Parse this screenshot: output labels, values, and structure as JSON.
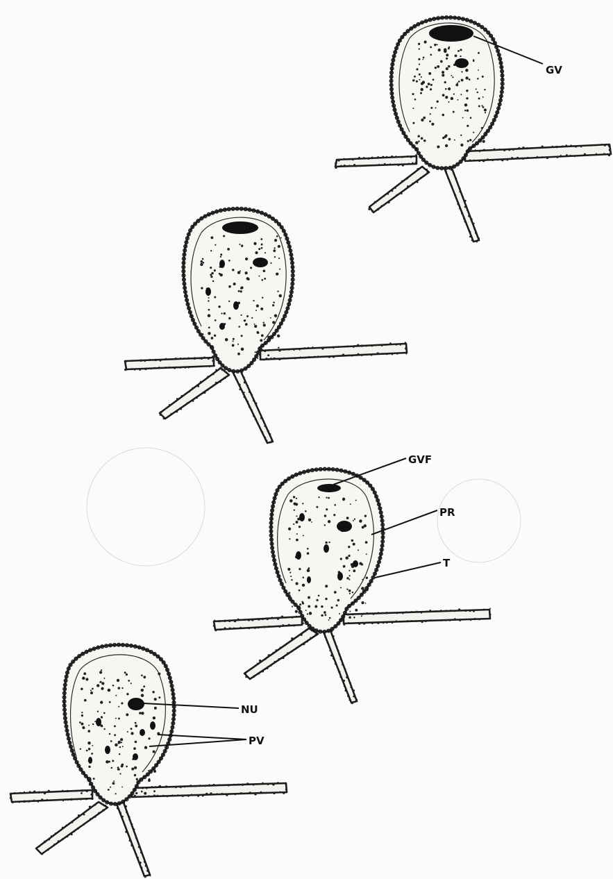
{
  "labels": {
    "gv": "GV",
    "gvf": "GVF",
    "pr": "PR",
    "t": "T",
    "nu": "NU",
    "pv": "PV"
  },
  "colors": {
    "ink": "#111111",
    "paper": "#fbfbfa",
    "cell_fill": "#f7f6f2"
  },
  "figure": {
    "subject": "four oocyte stages with tentacle-like extensions",
    "stages": [
      {
        "stage": 1,
        "labels_shown": [
          "GV"
        ]
      },
      {
        "stage": 2,
        "labels_shown": []
      },
      {
        "stage": 3,
        "labels_shown": [
          "GVF",
          "PR",
          "T"
        ]
      },
      {
        "stage": 4,
        "labels_shown": [
          "NU",
          "PV"
        ]
      }
    ]
  }
}
